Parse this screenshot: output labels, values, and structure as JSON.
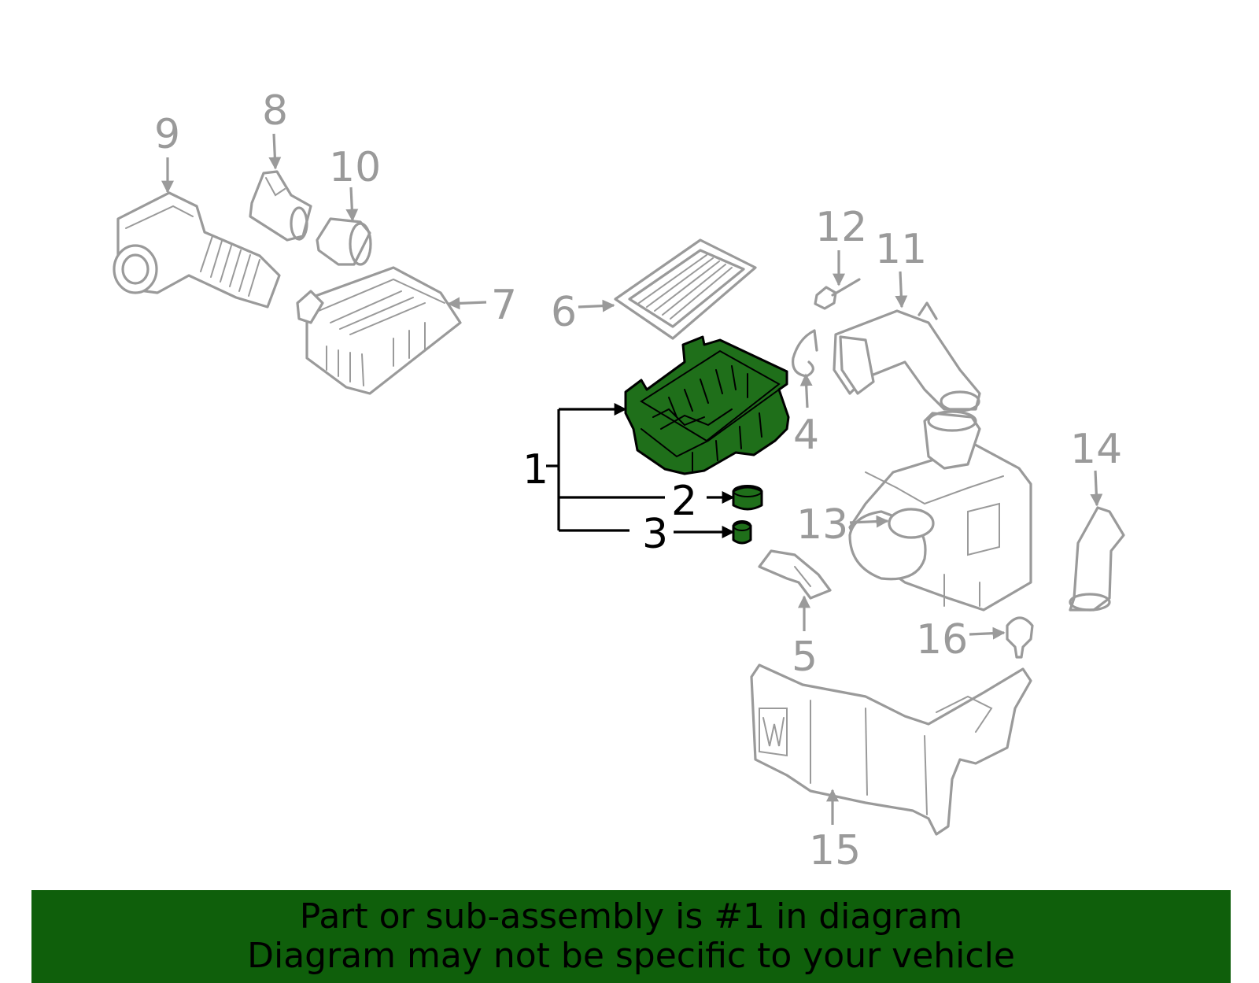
{
  "colors": {
    "highlight": "#1f6f1a",
    "banner": "#0f5f0b",
    "part_outline": "#9a9a9a",
    "callout_text": "#000000"
  },
  "callouts": {
    "c1": "1",
    "c2": "2",
    "c3": "3",
    "c4": "4",
    "c5": "5",
    "c6": "6",
    "c7": "7",
    "c8": "8",
    "c9": "9",
    "c10": "10",
    "c11": "11",
    "c12": "12",
    "c13": "13",
    "c14": "14",
    "c15": "15",
    "c16": "16"
  },
  "banner": {
    "line1": "Part or sub-assembly is #1 in diagram",
    "line2": "Diagram may not be specific to your vehicle"
  }
}
